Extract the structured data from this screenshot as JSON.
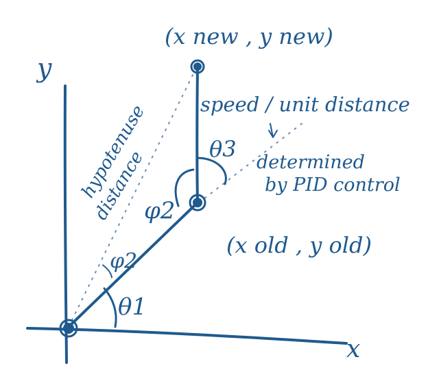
{
  "colors": {
    "ink": "#1f5a8e",
    "dotted": "#6b8fb3",
    "background": "#ffffff"
  },
  "labels": {
    "axis_y": "y",
    "axis_x": "x",
    "new_point": "(x new , y new)",
    "old_point": "(x old , y old)",
    "hypotenuse_line1": "hypotenuse",
    "hypotenuse_line2": "distance",
    "speed": "speed / unit distance",
    "theta3": "θ3",
    "determined_line1": "determined",
    "determined_line2": "by PID control",
    "phi2_upper": "φ2",
    "phi2_lower": "φ2",
    "theta1": "θ1"
  }
}
